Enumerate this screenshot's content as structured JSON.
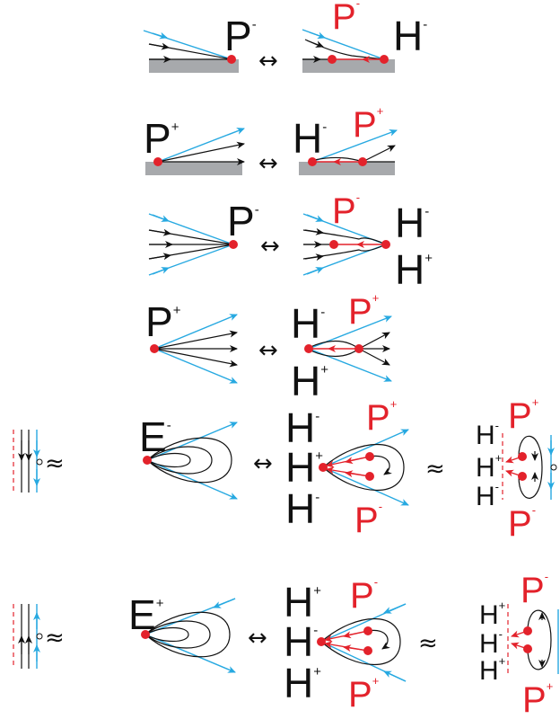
{
  "colors": {
    "black": "#111111",
    "blue": "#27a9e1",
    "red": "#e3222b",
    "gray": "#a7a9ac"
  },
  "symbols": {
    "equiv": "↔",
    "approx": "≈"
  },
  "rows": [
    {
      "left": {
        "base": "P",
        "sup": "-"
      },
      "right": [
        {
          "base": "P",
          "sup": "-",
          "color": "red"
        },
        {
          "base": "H",
          "sup": "-",
          "color": "black"
        }
      ]
    },
    {
      "left": {
        "base": "P",
        "sup": "+"
      },
      "right": [
        {
          "base": "H",
          "sup": "-",
          "color": "black"
        },
        {
          "base": "P",
          "sup": "+",
          "color": "red"
        }
      ]
    },
    {
      "left": {
        "base": "P",
        "sup": "-"
      },
      "right": [
        {
          "base": "P",
          "sup": "-",
          "color": "red"
        },
        {
          "base": "H",
          "sup": "-",
          "color": "black"
        },
        {
          "base": "H",
          "sup": "+",
          "color": "black"
        }
      ]
    },
    {
      "left": {
        "base": "P",
        "sup": "+"
      },
      "right": [
        {
          "base": "H",
          "sup": "-",
          "color": "black"
        },
        {
          "base": "P",
          "sup": "+",
          "color": "red"
        },
        {
          "base": "H",
          "sup": "+",
          "color": "black"
        }
      ]
    },
    {
      "left": {
        "base": "E",
        "sup": "-"
      },
      "middle": [
        {
          "base": "H",
          "sup": "-"
        },
        {
          "base": "H",
          "sup": "+"
        },
        {
          "base": "H",
          "sup": "-"
        }
      ],
      "middle_p": [
        {
          "base": "P",
          "sup": "+"
        },
        {
          "base": "P",
          "sup": "-"
        }
      ],
      "right_h": [
        {
          "base": "H",
          "sup": "-"
        },
        {
          "base": "H",
          "sup": "+"
        },
        {
          "base": "H",
          "sup": "-"
        }
      ],
      "right_p": [
        {
          "base": "P",
          "sup": "+"
        },
        {
          "base": "P",
          "sup": "-"
        }
      ]
    },
    {
      "left": {
        "base": "E",
        "sup": "+"
      },
      "middle": [
        {
          "base": "H",
          "sup": "+"
        },
        {
          "base": "H",
          "sup": "-"
        },
        {
          "base": "H",
          "sup": "+"
        }
      ],
      "middle_p": [
        {
          "base": "P",
          "sup": "-"
        },
        {
          "base": "P",
          "sup": "+"
        }
      ],
      "right_h": [
        {
          "base": "H",
          "sup": "+"
        },
        {
          "base": "H",
          "sup": "-"
        },
        {
          "base": "H",
          "sup": "+"
        }
      ],
      "right_p": [
        {
          "base": "P",
          "sup": "-"
        },
        {
          "base": "P",
          "sup": "+"
        }
      ]
    }
  ]
}
